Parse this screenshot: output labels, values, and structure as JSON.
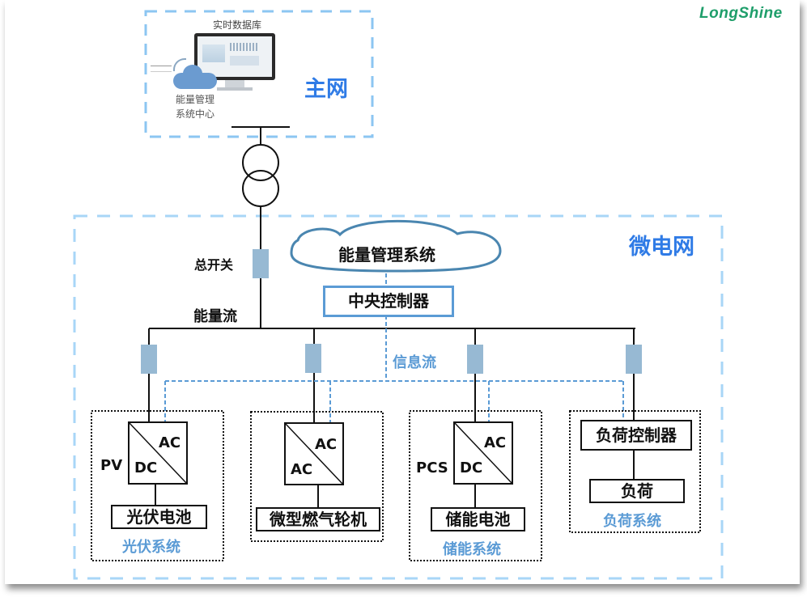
{
  "brand": {
    "logo": "LongShine"
  },
  "main_grid": {
    "title": "主网",
    "database_label": "实时数据库",
    "ems_center_line1": "能量管理",
    "ems_center_line2": "系统中心"
  },
  "microgrid": {
    "title": "微电网",
    "ems_cloud": "能量管理系统",
    "central_controller": "中央控制器",
    "main_switch_label": "总开关",
    "energy_flow_label": "能量流",
    "info_flow_label": "信息流"
  },
  "subsystems": [
    {
      "name": "光伏系统",
      "converter_side": "PV",
      "converter_top": "AC",
      "converter_bottom": "DC",
      "device": "光伏电池"
    },
    {
      "name": "",
      "converter_side": "",
      "converter_top": "AC",
      "converter_bottom": "AC",
      "device": "微型燃气轮机"
    },
    {
      "name": "储能系统",
      "converter_side": "PCS",
      "converter_top": "AC",
      "converter_bottom": "DC",
      "device": "储能电池"
    },
    {
      "name": "负荷系统",
      "controller": "负荷控制器",
      "device": "负荷"
    }
  ],
  "colors": {
    "accent_blue": "#2f7be6",
    "info_flow": "#5b9bd5",
    "switch": "#97b9d3",
    "frame_dash": "#9fd0f5",
    "logo": "#1e9e6a"
  }
}
